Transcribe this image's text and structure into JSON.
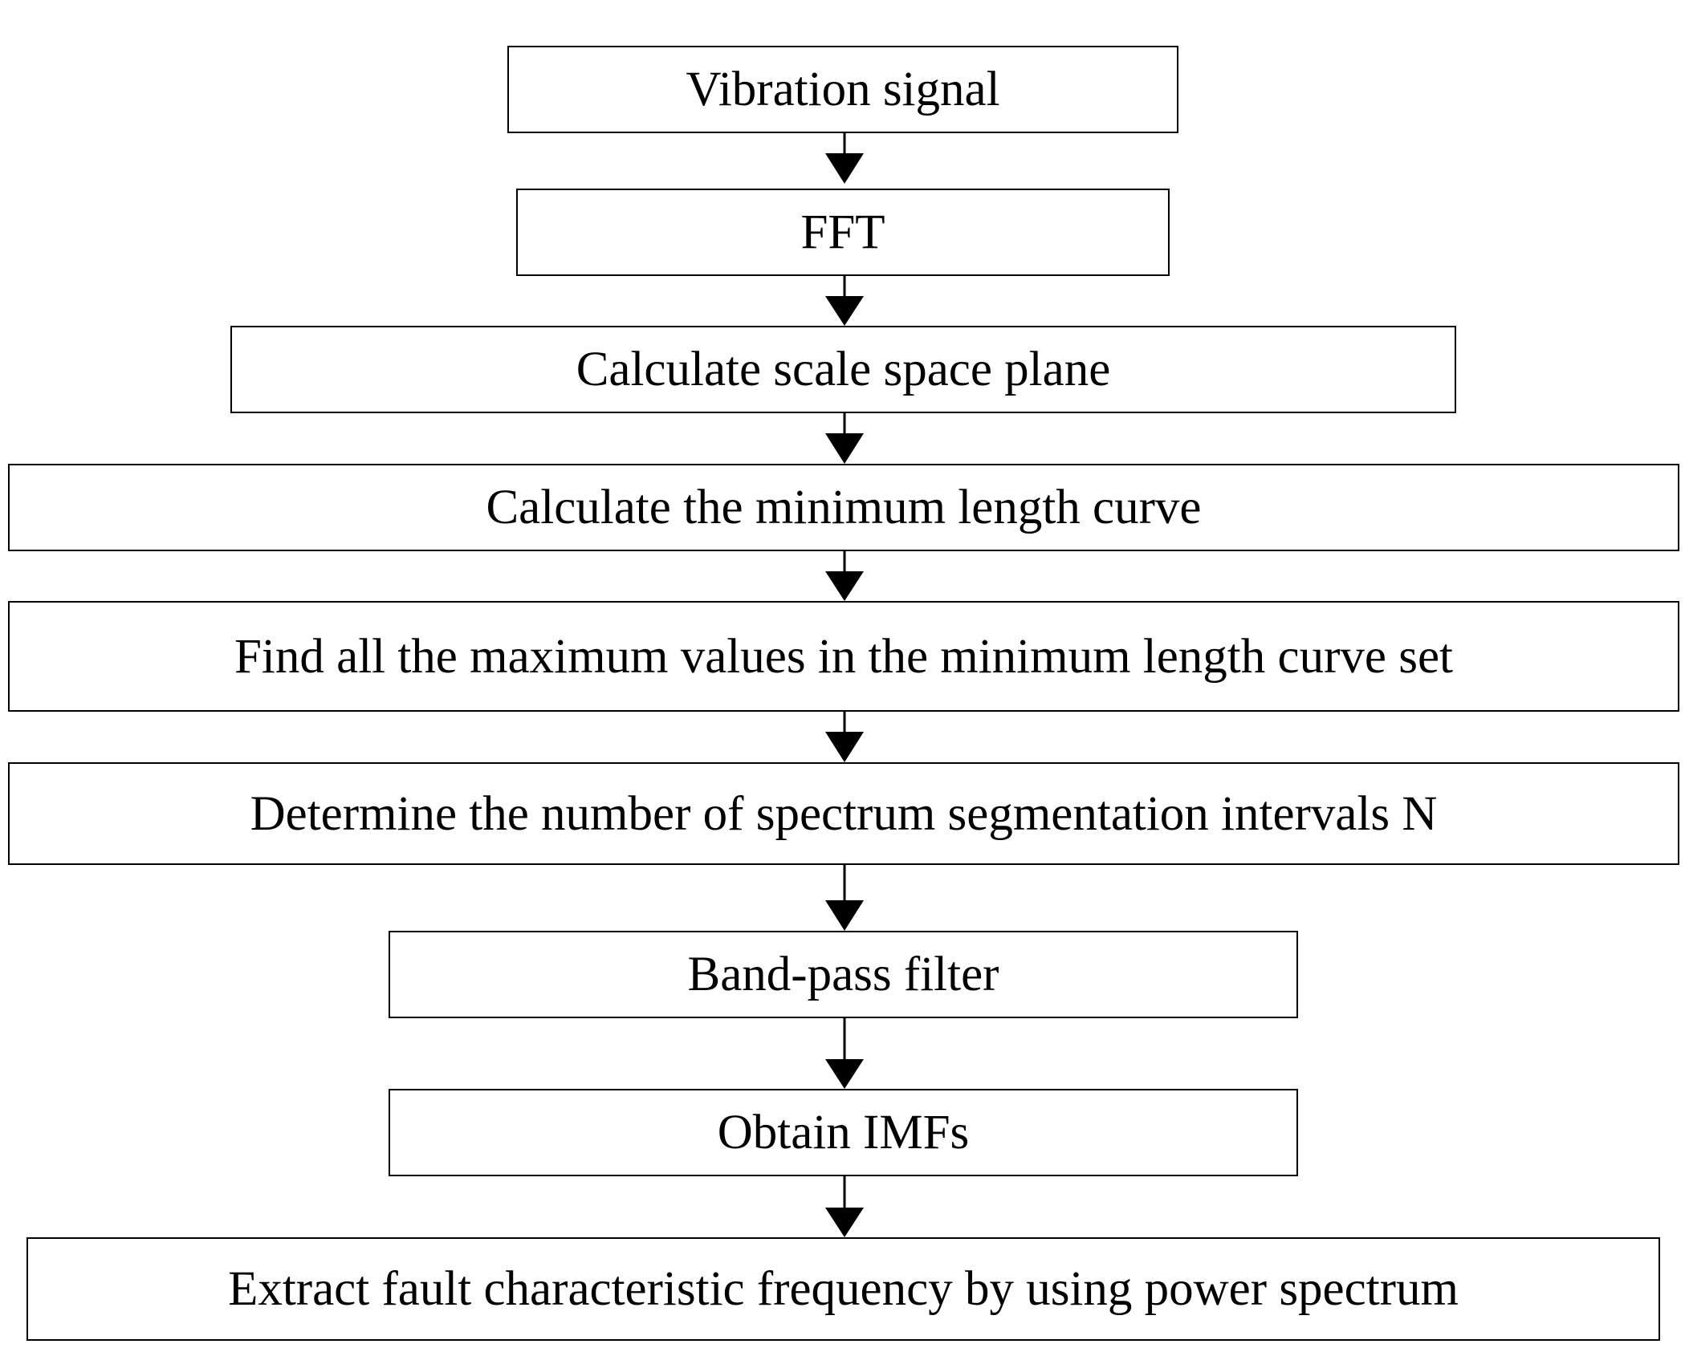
{
  "flowchart": {
    "steps": [
      {
        "label": "Vibration signal"
      },
      {
        "label": "FFT"
      },
      {
        "label": "Calculate scale space plane"
      },
      {
        "label": "Calculate the minimum length curve"
      },
      {
        "label": "Find all the maximum values in the minimum length curve set"
      },
      {
        "label": "Determine the number of spectrum segmentation intervals N"
      },
      {
        "label": "Band-pass filter"
      },
      {
        "label": "Obtain IMFs"
      },
      {
        "label": "Extract fault characteristic frequency by using power spectrum"
      }
    ],
    "colors": {
      "stroke": "#000000",
      "background": "#ffffff",
      "text": "#000000"
    }
  }
}
